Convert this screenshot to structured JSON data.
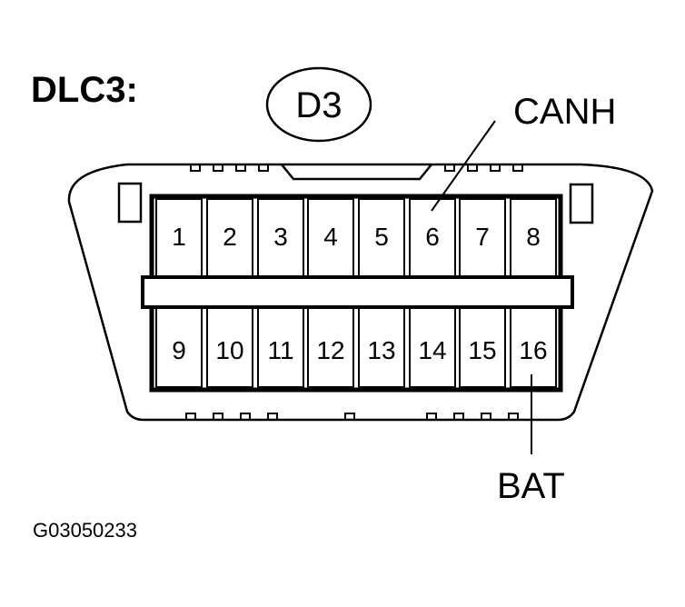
{
  "connector": {
    "title": "DLC3:",
    "code": "D3",
    "pins_top": [
      "1",
      "2",
      "3",
      "4",
      "5",
      "6",
      "7",
      "8"
    ],
    "pins_bottom": [
      "9",
      "10",
      "11",
      "12",
      "13",
      "14",
      "15",
      "16"
    ]
  },
  "labels": {
    "canh": "CANH",
    "bat": "BAT"
  },
  "figure_id": "G03050233"
}
